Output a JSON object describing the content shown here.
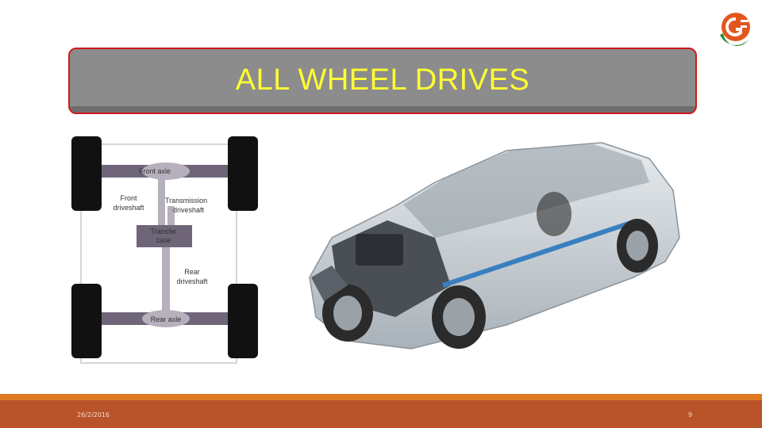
{
  "slide": {
    "title": "ALL WHEEL DRIVES",
    "date": "26/2/2016",
    "page_number": "9"
  },
  "logo": {
    "icon": "ge-logo-icon",
    "colors": {
      "green": "#2a8c3a",
      "orange": "#e2561d",
      "ring": "#ffffff"
    }
  },
  "diagram": {
    "front_axle": "Front axle",
    "front_driveshaft_line1": "Front",
    "front_driveshaft_line2": "driveshaft",
    "transmission_driveshaft_line1": "Transmission",
    "transmission_driveshaft_line2": "driveshaft",
    "transfer_case_line1": "Transfer",
    "transfer_case_line2": "case",
    "rear_driveshaft_line1": "Rear",
    "rear_driveshaft_line2": "driveshaft",
    "rear_axle": "Rear axle"
  },
  "colors": {
    "title_bg": "#8c8c8c",
    "title_border": "#d0191b",
    "title_text": "#ffff33",
    "footer": "#b9542a",
    "footer_accent": "#e07a22"
  }
}
